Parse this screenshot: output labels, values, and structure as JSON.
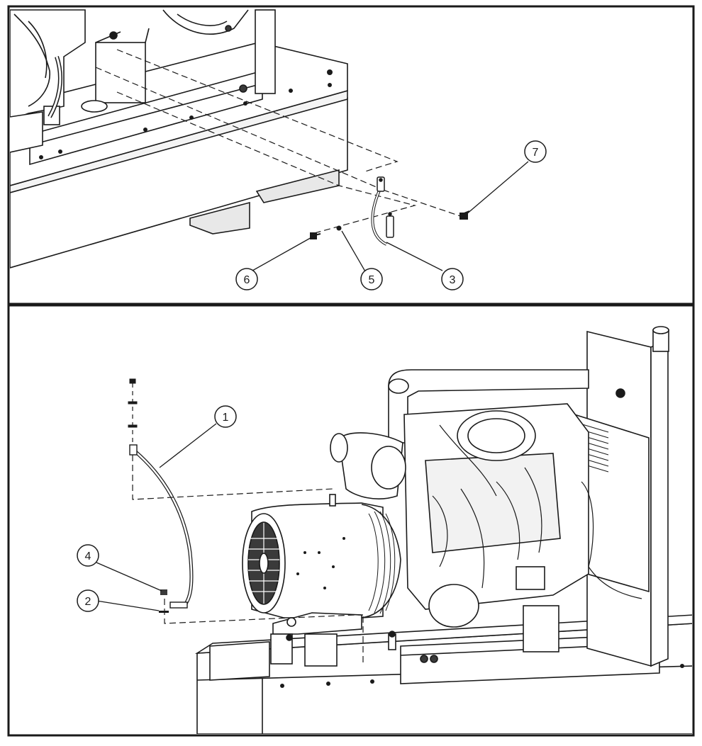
{
  "diagram": {
    "top_panel": {
      "callouts": [
        {
          "id": "callout-7",
          "label": "7"
        },
        {
          "id": "callout-6",
          "label": "6"
        },
        {
          "id": "callout-5",
          "label": "5"
        },
        {
          "id": "callout-3",
          "label": "3"
        }
      ]
    },
    "bottom_panel": {
      "callouts": [
        {
          "id": "callout-1",
          "label": "1"
        },
        {
          "id": "callout-4",
          "label": "4"
        },
        {
          "id": "callout-2",
          "label": "2"
        }
      ]
    }
  },
  "colors": {
    "line": "#1a1a1a",
    "fill": "#ffffff",
    "shade": "#cfcfcf",
    "dark": "#3a3a3a"
  }
}
